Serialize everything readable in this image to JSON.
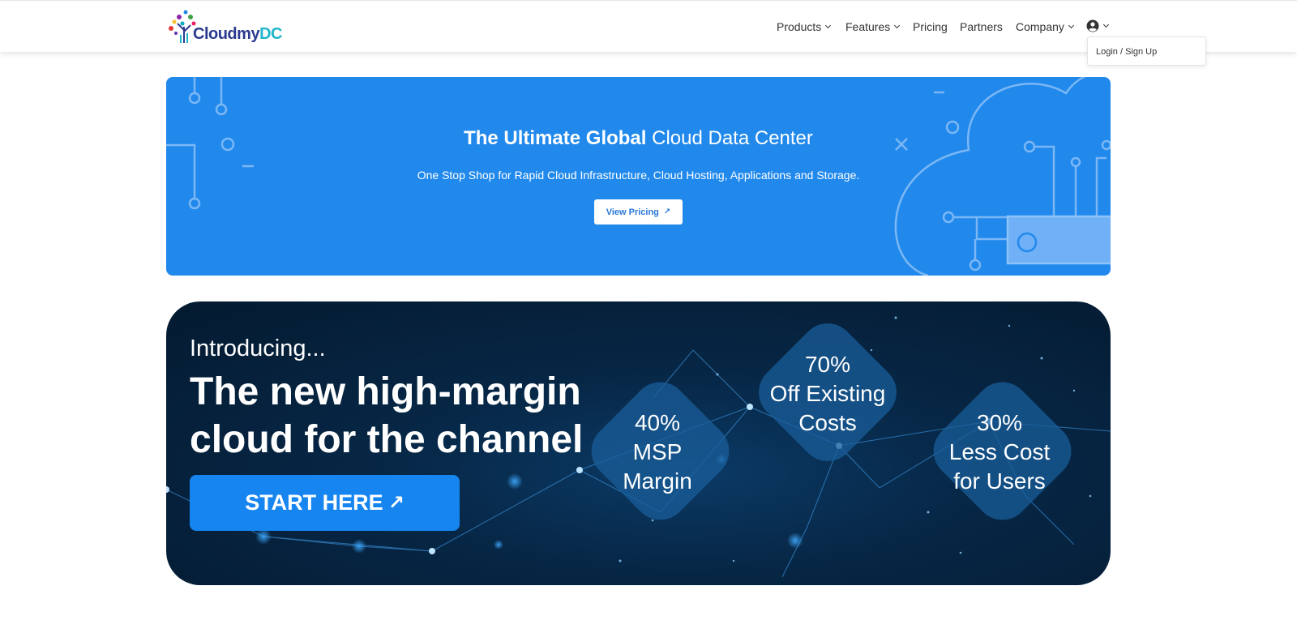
{
  "header": {
    "logo": {
      "part1": "Cloud",
      "part2": "my",
      "part3": "DC"
    },
    "nav": [
      {
        "label": "Products",
        "has_dropdown": true
      },
      {
        "label": "Features",
        "has_dropdown": true
      },
      {
        "label": "Pricing",
        "has_dropdown": false
      },
      {
        "label": "Partners",
        "has_dropdown": false
      },
      {
        "label": "Company",
        "has_dropdown": true
      }
    ],
    "user_icon": "user-circle-icon",
    "dropdown": {
      "login_label": "Login / Sign Up"
    }
  },
  "hero": {
    "title_bold": "The Ultimate Global",
    "title_rest": "Cloud Data Center",
    "subtitle": "One Stop Shop for Rapid Cloud Infrastructure, Cloud Hosting, Applications and Storage.",
    "button_label": "View Pricing",
    "button_icon": "arrow-up-right-icon",
    "background_color": "#2189ec"
  },
  "banner": {
    "intro": "Introducing...",
    "headline_line1": "The new high-margin",
    "headline_line2": "cloud for the channel",
    "cta_label": "START HERE",
    "cta_icon": "arrow-up-right-icon",
    "stats": [
      {
        "line1": "40%",
        "line2": "MSP",
        "line3": "Margin"
      },
      {
        "line1": "70%",
        "line2": "Off Existing",
        "line3": "Costs"
      },
      {
        "line1": "30%",
        "line2": "Less Cost",
        "line3": "for Users"
      }
    ],
    "accent_color": "#1685f0"
  }
}
